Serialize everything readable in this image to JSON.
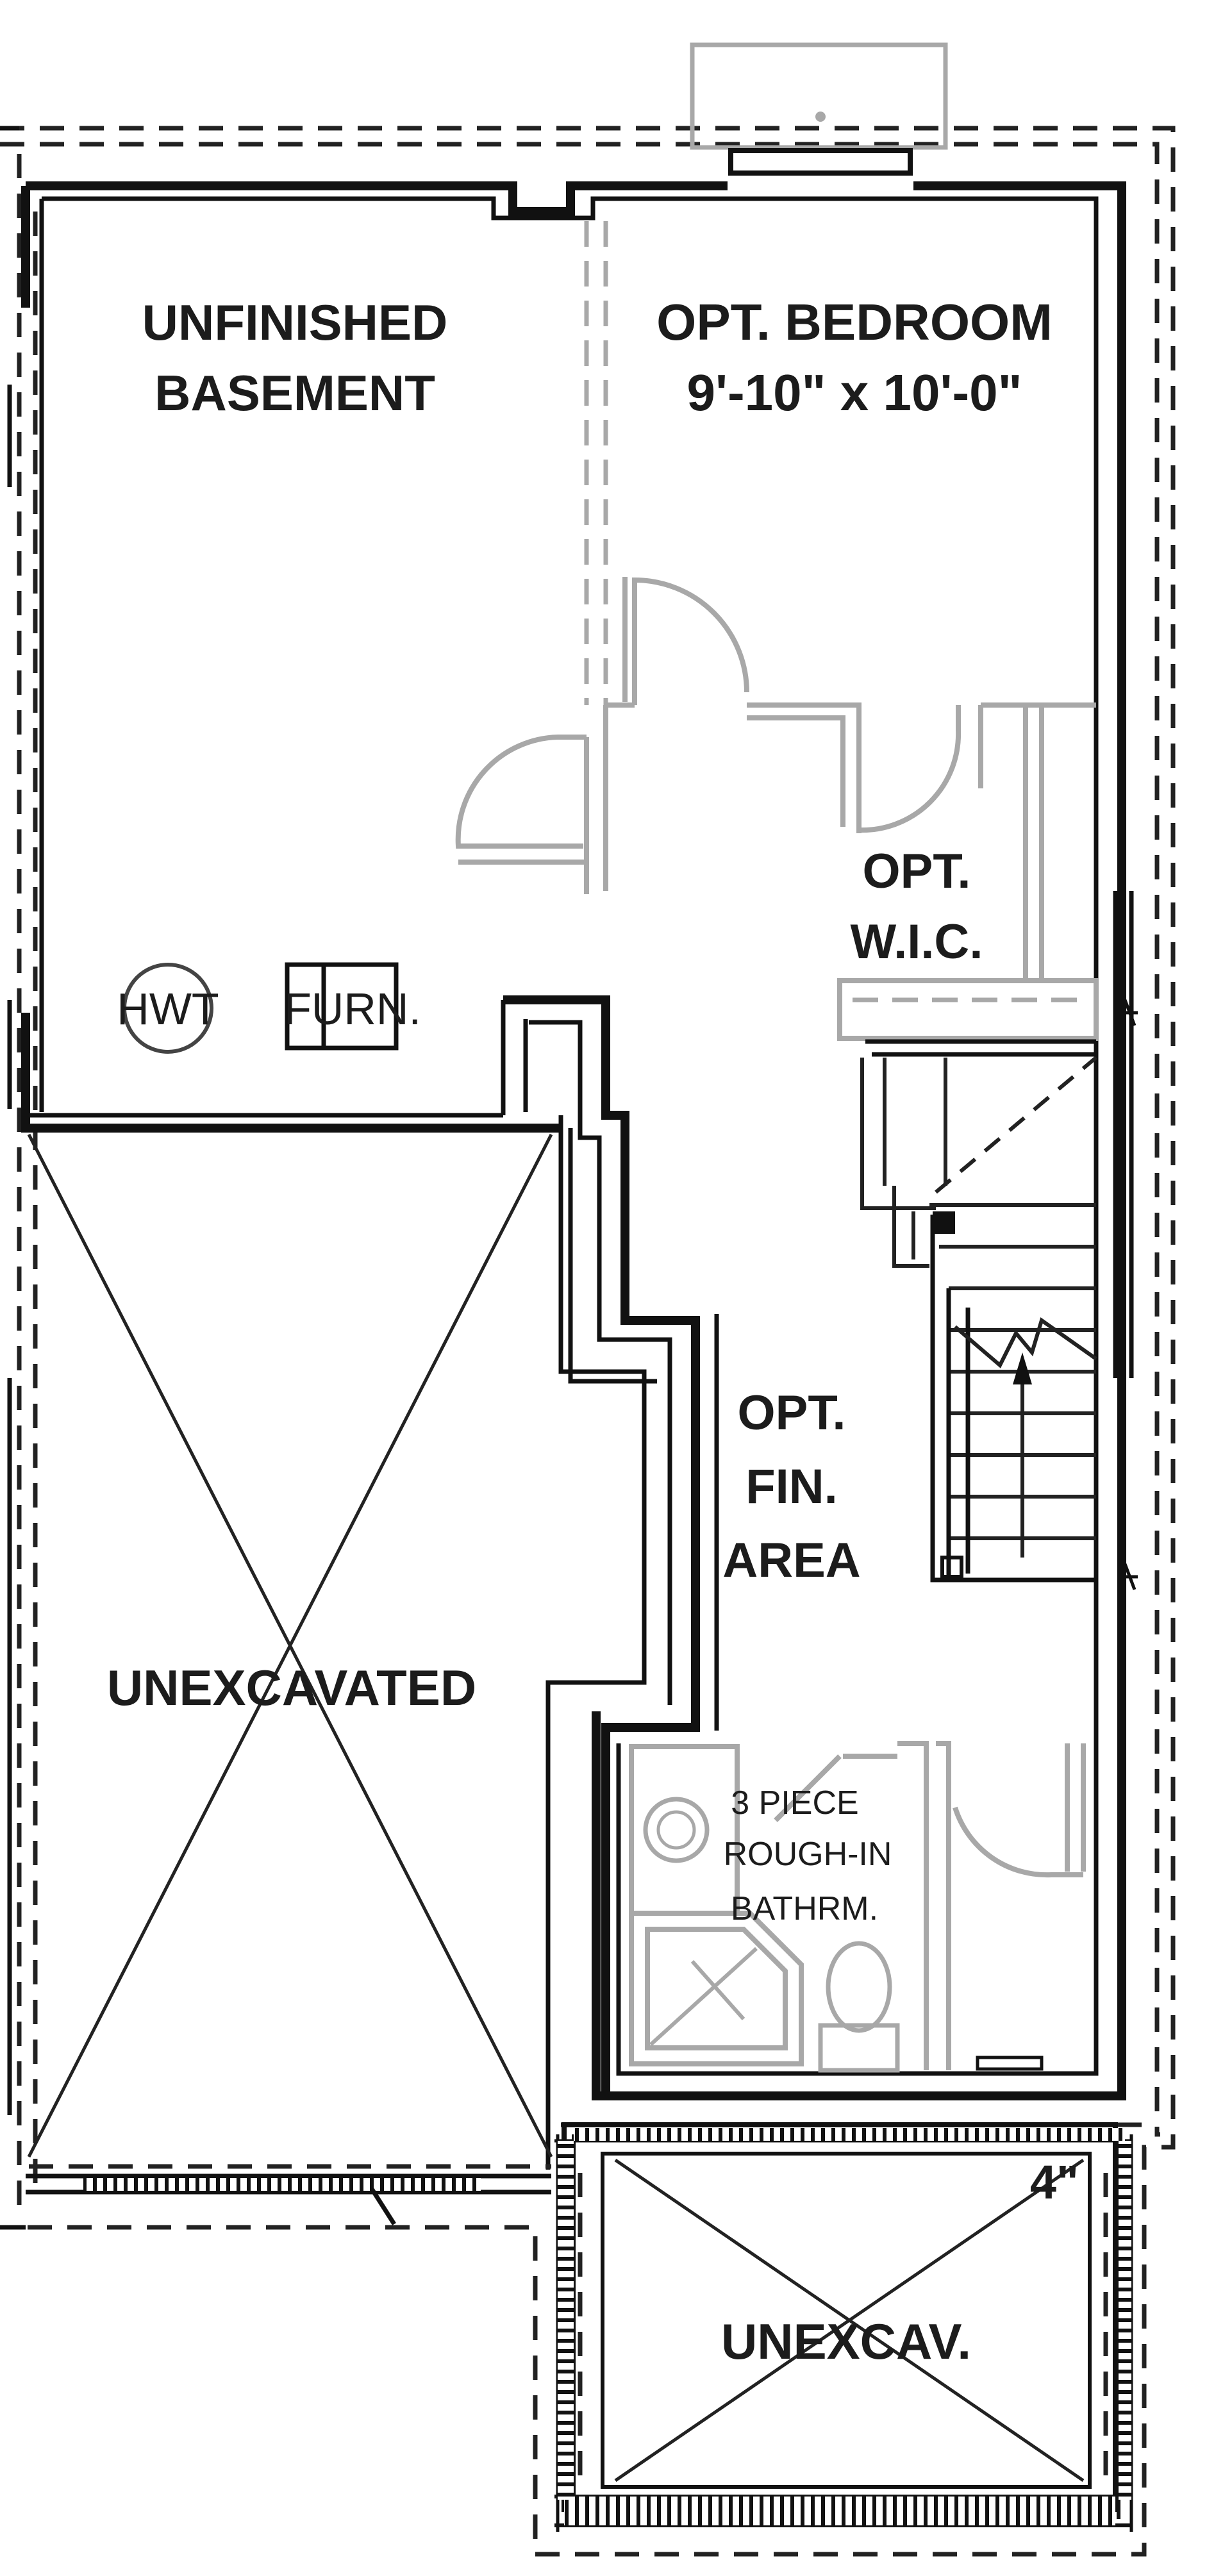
{
  "plan": {
    "rooms": {
      "unfinished_basement": {
        "line1": "UNFINISHED",
        "line2": "BASEMENT"
      },
      "opt_bedroom": {
        "line1": "OPT. BEDROOM",
        "line2": "9'-10\" x 10'-0\""
      },
      "opt_wic": {
        "line1": "OPT.",
        "line2": "W.I.C."
      },
      "opt_fin_area": {
        "line1": "OPT.",
        "line2": "FIN.",
        "line3": "AREA"
      },
      "unexcavated": {
        "label": "UNEXCAVATED"
      },
      "bathroom": {
        "line1": "3 PIECE",
        "line2": "ROUGH-IN",
        "line3": "BATHRM."
      },
      "unexcav_small": {
        "label": "UNEXCAV."
      }
    },
    "fixtures": {
      "hwt": "HWT",
      "furnace": "FURN."
    },
    "dimension_note": "4\""
  }
}
